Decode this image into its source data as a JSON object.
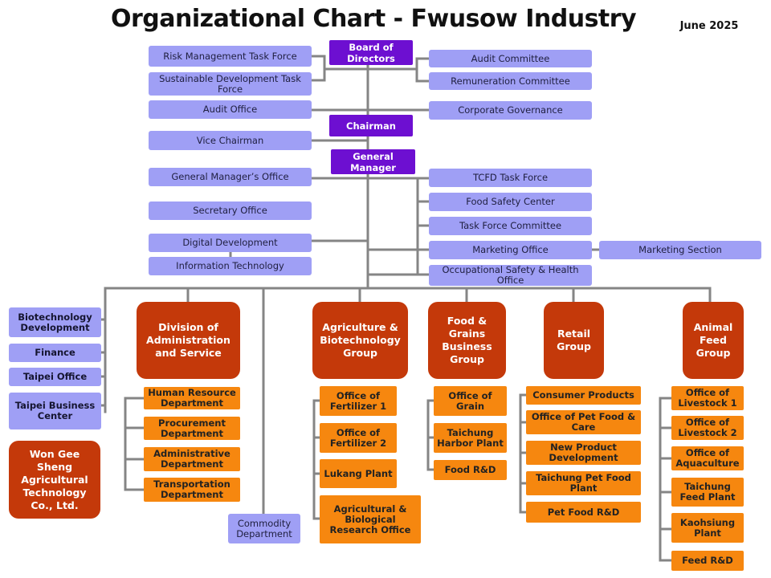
{
  "title": "Organizational Chart - Fwusow Industry",
  "date": "June 2025",
  "colors": {
    "governance": "#6d0fd1",
    "staff": "#9f9ff5",
    "group": "#c4390a",
    "unit": "#f6870f",
    "connector": "#858585"
  },
  "boxes": [
    {
      "id": "board",
      "text": "Board of Directors",
      "kind": "purp"
    },
    {
      "id": "chairman",
      "text": "Chairman",
      "kind": "purp"
    },
    {
      "id": "gm",
      "text": "General Manager",
      "kind": "purp"
    },
    {
      "id": "risk",
      "text": "Risk Management Task Force",
      "kind": "lav"
    },
    {
      "id": "sustain",
      "text": "Sustainable Development Task Force",
      "kind": "lav"
    },
    {
      "id": "auditcomm",
      "text": "Audit Committee",
      "kind": "lav"
    },
    {
      "id": "remun",
      "text": "Remuneration Committee",
      "kind": "lav"
    },
    {
      "id": "auditoffice",
      "text": "Audit Office",
      "kind": "lav"
    },
    {
      "id": "corpgov",
      "text": "Corporate Governance",
      "kind": "lav"
    },
    {
      "id": "vicechair",
      "text": "Vice Chairman",
      "kind": "lav"
    },
    {
      "id": "gmoffice",
      "text": "General Manager’s Office",
      "kind": "lav"
    },
    {
      "id": "tcfd",
      "text": "TCFD Task Force",
      "kind": "lav"
    },
    {
      "id": "foodsafety",
      "text": "Food Safety Center",
      "kind": "lav"
    },
    {
      "id": "secretary",
      "text": "Secretary Office",
      "kind": "lav"
    },
    {
      "id": "taskforce",
      "text": "Task Force Committee",
      "kind": "lav"
    },
    {
      "id": "digital",
      "text": "Digital Development",
      "kind": "lav"
    },
    {
      "id": "marketing",
      "text": "Marketing Office",
      "kind": "lav"
    },
    {
      "id": "mktsection",
      "text": "Marketing Section",
      "kind": "lav"
    },
    {
      "id": "infotech",
      "text": "Information Technology",
      "kind": "lav"
    },
    {
      "id": "osh",
      "text": "Occupational Safety & Health Office",
      "kind": "lav"
    },
    {
      "id": "biotech",
      "text": "Biotechnology Development",
      "kind": "lavb"
    },
    {
      "id": "finance",
      "text": "Finance",
      "kind": "lavb"
    },
    {
      "id": "taipeioffice",
      "text": "Taipei Office",
      "kind": "lavb"
    },
    {
      "id": "taipeibiz",
      "text": "Taipei Business Center",
      "kind": "lavb"
    },
    {
      "id": "wongee",
      "text": "Won Gee Sheng Agricultural Technology Co., Ltd.",
      "kind": "red"
    },
    {
      "id": "div-admin",
      "text": "Division of Administration and Service",
      "kind": "red"
    },
    {
      "id": "agri",
      "text": "Agriculture & Biotechnology Group",
      "kind": "red"
    },
    {
      "id": "food",
      "text": "Food & Grains Business Group",
      "kind": "red"
    },
    {
      "id": "retail",
      "text": "Retail Group",
      "kind": "red"
    },
    {
      "id": "feed",
      "text": "Animal Feed Group",
      "kind": "red"
    },
    {
      "id": "hr",
      "text": "Human Resource Department",
      "kind": "org"
    },
    {
      "id": "proc",
      "text": "Procurement Department",
      "kind": "org"
    },
    {
      "id": "admindept",
      "text": "Administrative Department",
      "kind": "org"
    },
    {
      "id": "transp",
      "text": "Transportation Department",
      "kind": "org"
    },
    {
      "id": "commodity",
      "text": "Commodity Department",
      "kind": "lav"
    },
    {
      "id": "fert1",
      "text": "Office of Fertilizer 1",
      "kind": "org"
    },
    {
      "id": "fert2",
      "text": "Office of Fertilizer 2",
      "kind": "org"
    },
    {
      "id": "lukang",
      "text": "Lukang Plant",
      "kind": "org"
    },
    {
      "id": "agbio",
      "text": "Agricultural & Biological Research Office",
      "kind": "org"
    },
    {
      "id": "grain",
      "text": "Office of Grain",
      "kind": "org"
    },
    {
      "id": "taichungharbor",
      "text": "Taichung Harbor Plant",
      "kind": "org"
    },
    {
      "id": "foodrd",
      "text": "Food R&D",
      "kind": "org"
    },
    {
      "id": "consumer",
      "text": "Consumer Products",
      "kind": "org"
    },
    {
      "id": "petcare",
      "text": "Office of Pet Food & Care",
      "kind": "org"
    },
    {
      "id": "newprod",
      "text": "New Product Development",
      "kind": "org"
    },
    {
      "id": "taichungpet",
      "text": "Taichung Pet Food Plant",
      "kind": "org"
    },
    {
      "id": "petrd",
      "text": "Pet Food R&D",
      "kind": "org"
    },
    {
      "id": "live1",
      "text": "Office of Livestock 1",
      "kind": "org"
    },
    {
      "id": "live2",
      "text": "Office of Livestock 2",
      "kind": "org"
    },
    {
      "id": "aqua",
      "text": "Office of Aquaculture",
      "kind": "org"
    },
    {
      "id": "taichungfeed",
      "text": "Taichung Feed Plant",
      "kind": "org"
    },
    {
      "id": "kaohsiung",
      "text": "Kaohsiung Plant",
      "kind": "org"
    },
    {
      "id": "feedrd",
      "text": "Feed R&D",
      "kind": "org"
    }
  ]
}
